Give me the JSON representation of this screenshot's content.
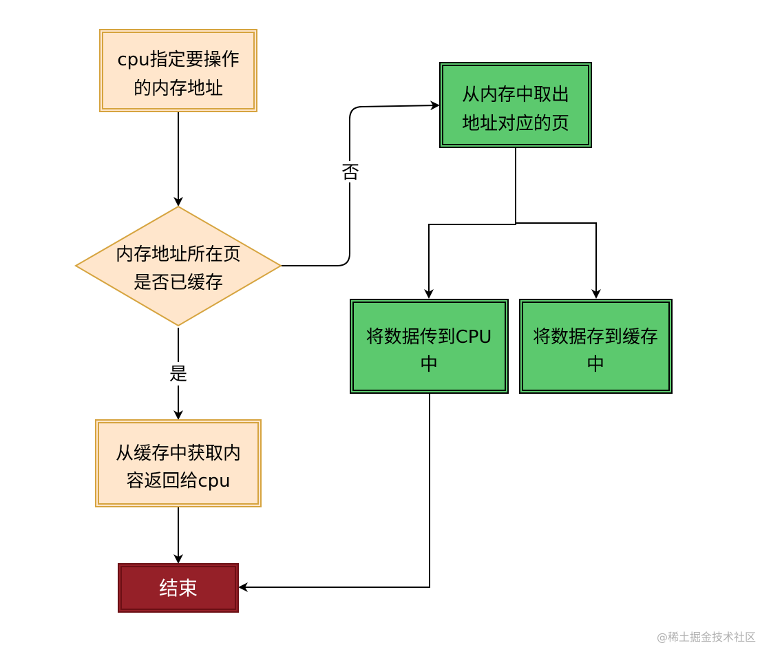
{
  "diagram": {
    "title": "CPU cache page lookup flowchart",
    "colors": {
      "process_fill": "#FFE6CC",
      "process_stroke": "#D6A43F",
      "memory_fill": "#5CC96E",
      "memory_stroke": "#000000",
      "end_fill": "#952028",
      "end_stroke": "#6B0F14",
      "edge": "#000000"
    },
    "nodes": {
      "start": {
        "shape": "process",
        "lines": [
          "cpu指定要操作",
          "的内存地址"
        ]
      },
      "decision": {
        "shape": "decision",
        "lines": [
          "内存地址所在页",
          "是否已缓存"
        ]
      },
      "fetch_cache": {
        "shape": "process",
        "lines": [
          "从缓存中获取内",
          "容返回给cpu"
        ]
      },
      "fetch_memory": {
        "shape": "memory",
        "lines": [
          "从内存中取出",
          "地址对应的页"
        ]
      },
      "to_cpu": {
        "shape": "memory",
        "lines": [
          "将数据传到CPU",
          "中"
        ]
      },
      "to_cache": {
        "shape": "memory",
        "lines": [
          "将数据存到缓存",
          "中"
        ]
      },
      "end": {
        "shape": "end",
        "lines": [
          "结束"
        ]
      }
    },
    "edges": [
      {
        "from": "start",
        "to": "decision",
        "label": ""
      },
      {
        "from": "decision",
        "to": "fetch_cache",
        "label": "是"
      },
      {
        "from": "decision",
        "to": "fetch_memory",
        "label": "否"
      },
      {
        "from": "fetch_memory",
        "to": "to_cpu",
        "label": ""
      },
      {
        "from": "fetch_memory",
        "to": "to_cache",
        "label": ""
      },
      {
        "from": "fetch_cache",
        "to": "end",
        "label": ""
      },
      {
        "from": "to_cpu",
        "to": "end",
        "label": ""
      }
    ]
  },
  "watermark": "@稀土掘金技术社区"
}
